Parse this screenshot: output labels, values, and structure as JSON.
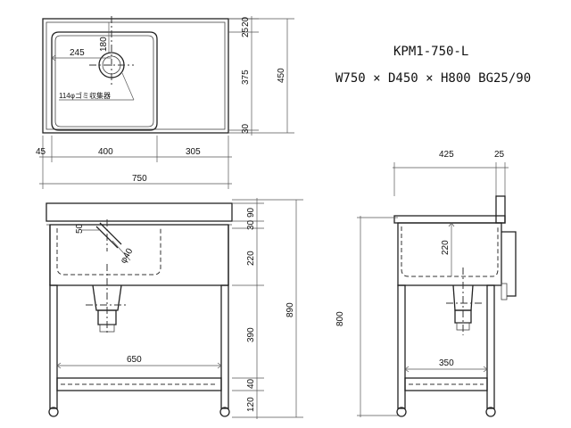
{
  "model": "KPM1-750-L",
  "spec": "W750 × D450 × H800  BG25/90",
  "plan": {
    "d_245": "245",
    "d_180": "180",
    "d_20": "20",
    "d_25": "25",
    "d_375": "375",
    "d_30": "30",
    "d_450": "450",
    "d_45": "45",
    "d_400": "400",
    "d_305": "305",
    "d_750": "750",
    "trap_label": "114φゴミ収集器"
  },
  "front": {
    "d_30": "30",
    "d_90": "90",
    "d_220": "220",
    "d_390": "390",
    "d_40": "40",
    "d_120": "120",
    "d_890": "890",
    "d_50": "50",
    "d_phi40": "φ40",
    "d_650": "650"
  },
  "side": {
    "d_425": "425",
    "d_25": "25",
    "d_220": "220",
    "d_800": "800",
    "d_350": "350"
  }
}
